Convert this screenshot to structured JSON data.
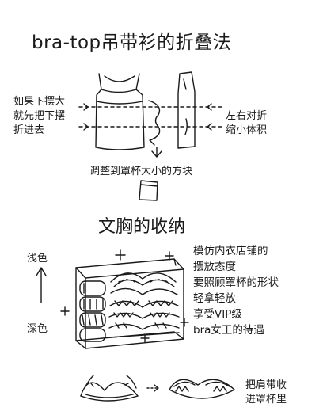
{
  "section1": {
    "title": "bra-top吊带衫的折叠法",
    "left_note": [
      "如果下摆大",
      "就先把下摆",
      "折进去"
    ],
    "right_note": [
      "左右对折",
      "缩小体积"
    ],
    "bottom_note": "调整到罩杯大小的方块"
  },
  "section2": {
    "title": "文胸的收纳",
    "light_label": "浅色",
    "dark_label": "深色",
    "tips": [
      "模仿内衣店铺的",
      "摆放态度",
      "要照顾罩杯的形状",
      "轻拿轻放",
      "享受VIP级",
      "bra女王的待遇"
    ],
    "straps_note": [
      "把肩带收",
      "进罩杯里"
    ]
  },
  "colors": {
    "ink": "#1a1a1a",
    "paper": "#ffffff"
  }
}
